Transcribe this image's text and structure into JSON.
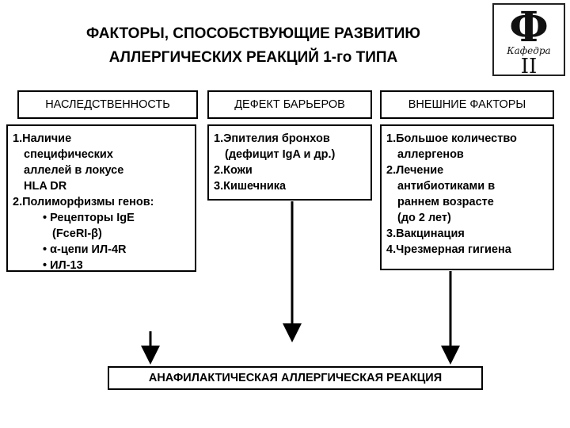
{
  "title": {
    "line1": "ФАКТОРЫ, СПОСОБСТВУЮЩИЕ РАЗВИТИЮ",
    "line2": "АЛЛЕРГИЧЕСКИХ РЕАКЦИЙ 1-го ТИПА"
  },
  "logo": {
    "monogram": "Ф",
    "caption": "Кафедра",
    "numeral": "II"
  },
  "columns": [
    {
      "header": "НАСЛЕДСТВЕННОСТЬ",
      "lines": [
        "1.Наличие",
        "специфических",
        "аллелей в локусе",
        "HLA DR",
        "2.Полиморфизмы генов:",
        "• Рецепторы IgE",
        "(FceRI-β)",
        "• α-цепи ИЛ-4R",
        "• ИЛ-13"
      ]
    },
    {
      "header": "ДЕФЕКТ БАРЬЕРОВ",
      "lines": [
        "1.Эпителия бронхов",
        "(дефицит IgA и др.)",
        "2.Кожи",
        "3.Кишечника"
      ]
    },
    {
      "header": "ВНЕШНИЕ ФАКТОРЫ",
      "lines": [
        "1.Большое количество",
        "аллергенов",
        "2.Лечение",
        "антибиотиками в",
        "раннем возрасте",
        "(до 2 лет)",
        "3.Вакцинация",
        "4.Чрезмерная гигиена"
      ]
    }
  ],
  "result": "АНАФИЛАКТИЧЕСКАЯ АЛЛЕРГИЧЕСКАЯ РЕАКЦИЯ"
}
